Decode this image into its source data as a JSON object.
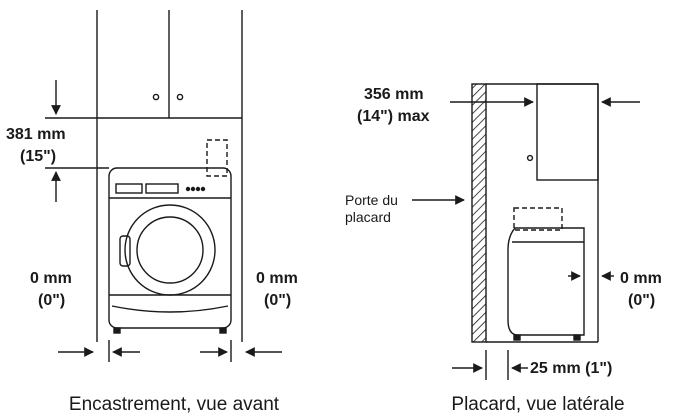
{
  "front_view": {
    "caption": "Encastrement, vue avant",
    "top_clearance": {
      "metric": "381 mm",
      "imperial": "(15\")"
    },
    "left_clearance": {
      "metric": "0 mm",
      "imperial": "(0\")"
    },
    "right_clearance": {
      "metric": "0 mm",
      "imperial": "(0\")"
    }
  },
  "side_view": {
    "caption": "Placard, vue latérale",
    "top_depth": {
      "metric": "356 mm",
      "imperial": "(14\") max"
    },
    "door_label_line1": "Porte du",
    "door_label_line2": "placard",
    "side_clearance": {
      "metric": "0 mm",
      "imperial": "(0\")"
    },
    "bottom_clearance": "25 mm (1\")"
  },
  "colors": {
    "line": "#1a1a1a",
    "fill": "#ffffff"
  }
}
